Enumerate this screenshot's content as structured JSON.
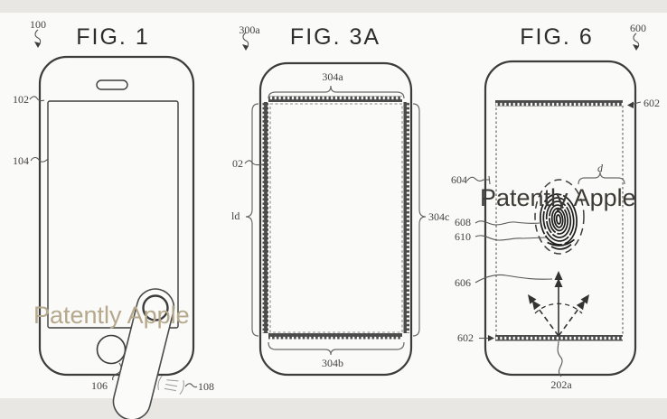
{
  "page": {
    "watermark_left": "Patently Apple",
    "watermark_right": "Patently Apple"
  },
  "colors": {
    "line_art": "#3c3c3c",
    "watermark_tan": "#b5a88c",
    "watermark_dark": "#3d3b35",
    "background": "#f4f3f1"
  },
  "fig1": {
    "title": "FIG. 1",
    "ref": "100",
    "label_body": "102",
    "label_display": "104",
    "label_home_button": "106",
    "label_finger": "108"
  },
  "fig3a": {
    "title": "FIG. 3A",
    "ref": "300a",
    "label_top_strip": "304a",
    "label_bottom_strip": "304b",
    "label_right_strip": "304c",
    "label_left_strip": "ld",
    "label_region": "02"
  },
  "fig6": {
    "title": "FIG. 6",
    "ref": "600",
    "label_top_strip": "602",
    "label_bottom_strip": "602",
    "label_sensing_region": "604",
    "label_distance": "d",
    "label_fingerprint_ridges": "608",
    "label_fingerprint_core": "610",
    "label_wave": "606",
    "label_transducer": "202a"
  }
}
